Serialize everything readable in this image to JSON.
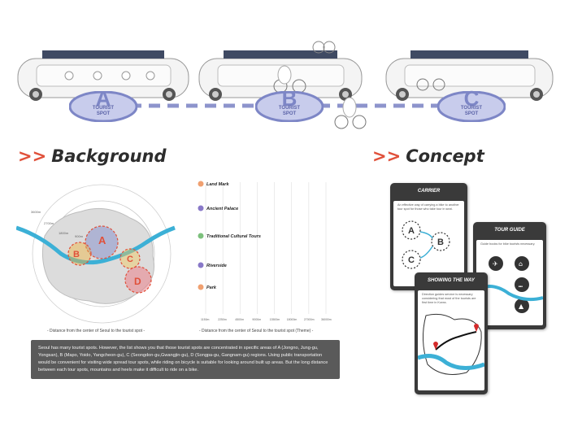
{
  "hero": {
    "stops": [
      {
        "letter": "A",
        "line1": "TOURIST",
        "line2": "SPOT"
      },
      {
        "letter": "B",
        "line1": "TOURIST",
        "line2": "SPOT"
      },
      {
        "letter": "C",
        "line1": "TOURIST",
        "line2": "SPOT"
      }
    ]
  },
  "background": {
    "arrows": ">>",
    "title": "Background",
    "map_caption": "- Distance from the center of Seoul to the tourist spot -",
    "chart_caption": "- Distance from the center of Seoul to the tourist spot (Theme) -",
    "ring_labels": [
      "3600m",
      "2700m",
      "1800m",
      "900m"
    ],
    "zones": [
      "A",
      "B",
      "C",
      "D"
    ],
    "description": "Seoul has many tourist spots. However, the list shows you that those tourist spots are concentrated in specific areas of A (Jongno, Jung-gu, Yongsan), B (Mapo, Yoido, Yangcheon-gu), C (Seongdon-gu,Gwangjin-gu), D (Songpa-gu, Gangnam-gu) regions. Using public transportation would be convenient for visiting wide spread tour spots, while riding on bicycle is suitable for looking around built up areas. But the long distance between each tour spots, mountains and heels make it difficult to ride on a bike."
  },
  "chart_data": {
    "type": "scatter",
    "xlabel": "Distance from the center of Seoul to the tourist spot (Theme)",
    "x_ticks": [
      "1150m",
      "2250m",
      "4500m",
      "9000m",
      "13500m",
      "18000m",
      "27000m",
      "36000m"
    ],
    "categories": [
      "Land Mark",
      "Ancient Palace",
      "Traditional Cultural Tours",
      "Riverside",
      "Park"
    ],
    "colors": {
      "Land Mark": "#f0a070",
      "Ancient Palace": "#8878c8",
      "Traditional Cultural Tours": "#7cc07c",
      "Riverside": "#8878c8",
      "Park": "#f0a070"
    }
  },
  "concept": {
    "arrows": ">>",
    "title": "Concept",
    "cards": {
      "carrier": {
        "title": "CARRIER",
        "text": "An effective way of carrying a bike to another tour spot for those who take tour in seat.",
        "letters": [
          "A",
          "B",
          "C"
        ]
      },
      "tour_guide": {
        "title": "TOUR GUIDE",
        "text": "Guide books for bike tourists necessary."
      },
      "showing_the_way": {
        "title": "SHOWING THE WAY",
        "text": "Direction guides service is necessary considering that most of the tourists are first time in Korea."
      }
    }
  },
  "colors": {
    "accent": "#e0503a",
    "stop_blue": "#7d86c6",
    "river": "#3cb0d6",
    "card_dark": "#3a3a3a"
  }
}
